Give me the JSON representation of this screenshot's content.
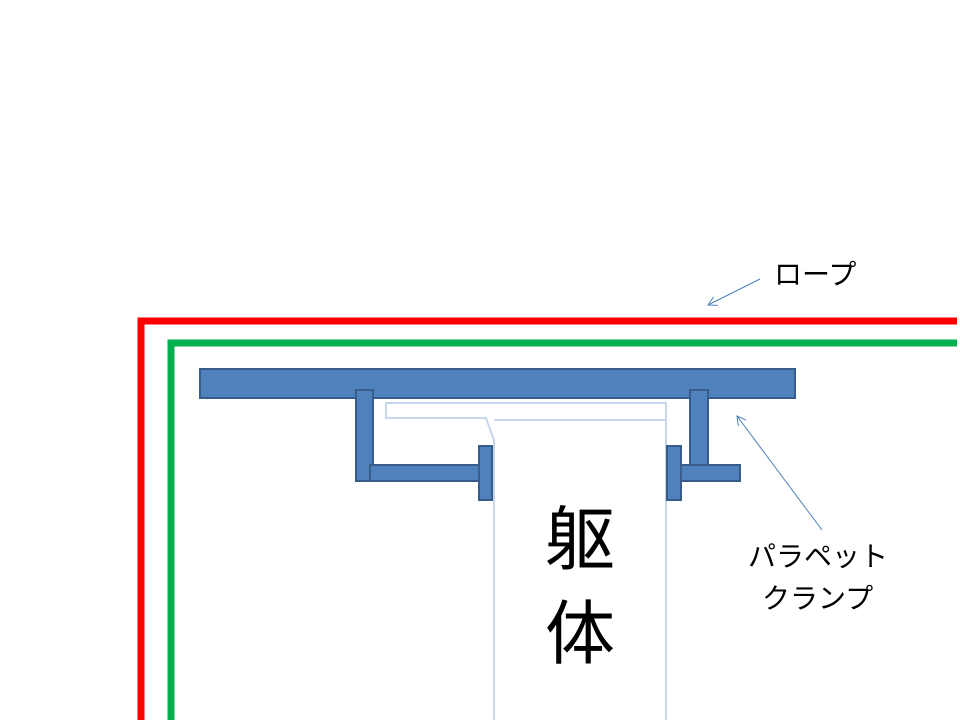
{
  "labels": {
    "rope": "ロープ",
    "clamp_line1": "パラペット",
    "clamp_line2": "クランプ",
    "body_char1": "躯",
    "body_char2": "体"
  },
  "colors": {
    "rope_outer": "#ff0000",
    "rope_inner": "#00b050",
    "clamp": "#4f81bd",
    "clamp_stroke": "#385d8a",
    "structure_outline": "#c6d6ec",
    "arrow": "#4f81bd"
  }
}
